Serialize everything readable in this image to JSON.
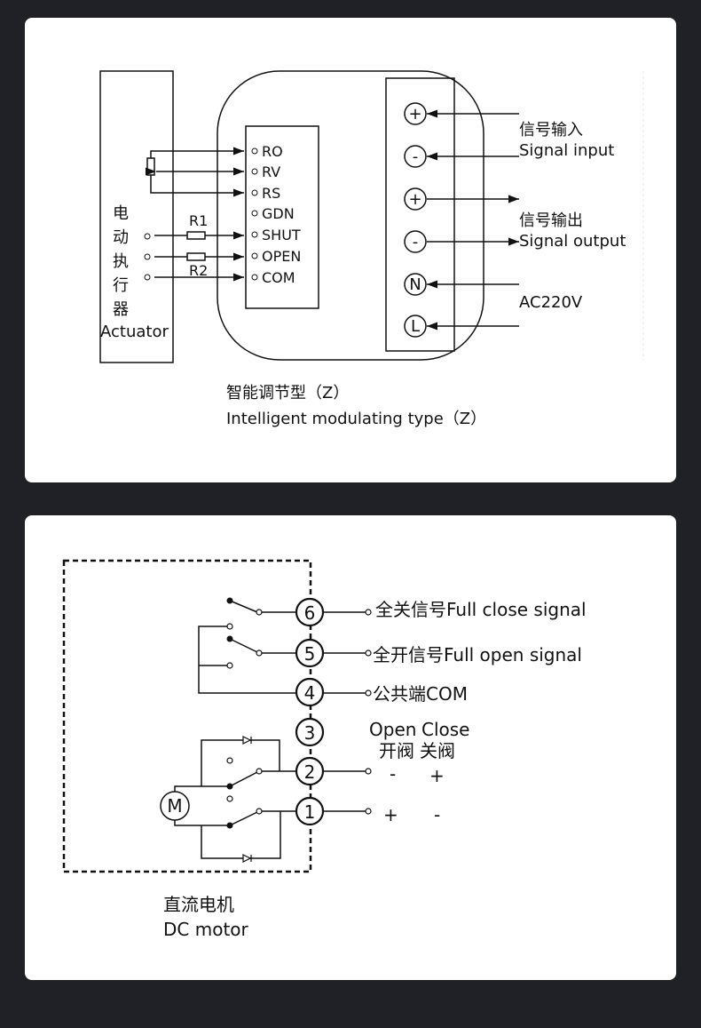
{
  "modulating": {
    "actuator_cn": [
      "电",
      "动",
      "执",
      "行",
      "器"
    ],
    "actuator_en": "Actuator",
    "terminals": [
      "RO",
      "RV",
      "RS",
      "GDN",
      "SHUT",
      "OPEN",
      "COM"
    ],
    "resistors": [
      "R1",
      "R2"
    ],
    "right_terminals": [
      "+",
      "-",
      "+",
      "-",
      "N",
      "L"
    ],
    "signal_input_cn": "信号输入",
    "signal_input_en": "Signal input",
    "signal_output_cn": "信号输出",
    "signal_output_en": "Signal output",
    "power": "AC220V",
    "caption_cn": "智能调节型（Z）",
    "caption_en": "Intelligent modulating type（Z）"
  },
  "dc": {
    "terminals": [
      "6",
      "5",
      "4",
      "3",
      "2",
      "1"
    ],
    "motor": "M",
    "full_close": "全关信号Full close signal",
    "full_open": "全开信号Full open signal",
    "com": "公共端COM",
    "open_en": "Open",
    "close_en": "Close",
    "open_cn": "开阀",
    "close_cn": "关阀",
    "row2": [
      "-",
      "+"
    ],
    "row1": [
      "+",
      "-"
    ],
    "caption_cn": "直流电机",
    "caption_en": "DC motor"
  }
}
